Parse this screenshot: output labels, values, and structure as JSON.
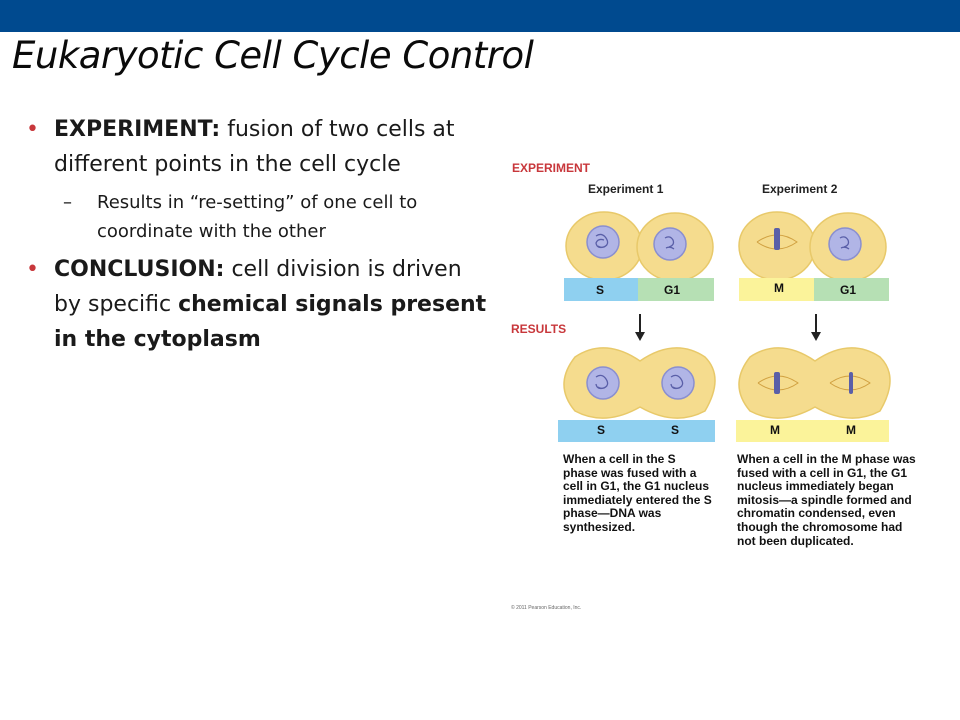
{
  "slide": {
    "title": "Eukaryotic Cell Cycle Control",
    "bullets": [
      {
        "bold": "EXPERIMENT:",
        "text": " fusion of two cells at different points in the cell cycle"
      },
      {
        "sub": "Results in “re-setting” of one cell to coordinate with the other"
      },
      {
        "bold": "CONCLUSION:",
        "text": " cell division is driven by specific ",
        "bold2": "chemical signals present in the cytoplasm"
      }
    ]
  },
  "figure": {
    "experiment_label": "EXPERIMENT",
    "results_label": "RESULTS",
    "exp1_title": "Experiment 1",
    "exp2_title": "Experiment 2",
    "exp1_phases_top": [
      "S",
      "G1"
    ],
    "exp2_phases_top": [
      "M",
      "G1"
    ],
    "exp1_phases_bottom": [
      "S",
      "S"
    ],
    "exp2_phases_bottom": [
      "M",
      "M"
    ],
    "caption1": "When a cell in the S phase was fused with a cell in G1, the G1 nucleus immediately entered the S phase—DNA was synthesized.",
    "caption2": "When a cell in the M phase was fused with a cell in G1, the G1 nucleus immediately began mitosis—a spindle formed and chromatin condensed, even though the chromosome had not been duplicated.",
    "copyright": "© 2011 Pearson Education, Inc.",
    "colors": {
      "s_phase": "#8fd0f0",
      "g1_phase": "#b6e0b4",
      "m_phase": "#fbf39a",
      "cell": "#f5dc8e",
      "nucleus": "#b1b5e6",
      "accent_red": "#c8373b"
    }
  }
}
